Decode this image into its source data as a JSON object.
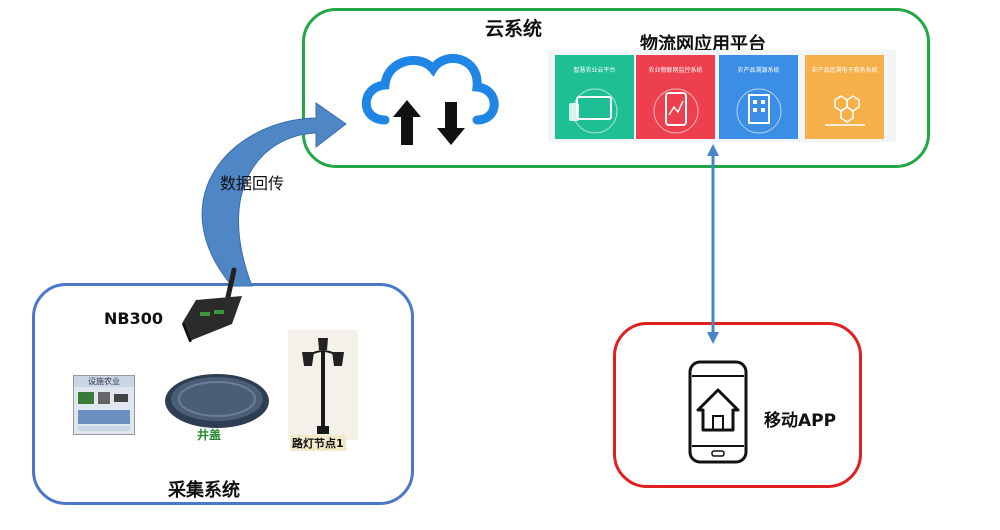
{
  "cloud_system": {
    "title": "云系统",
    "platform_title": "物流网应用平台",
    "tiles": [
      {
        "label": "智慧农业云平台",
        "color": "#1fbf96"
      },
      {
        "label": "农业物联网监控系统",
        "color": "#ee3f4e"
      },
      {
        "label": "农产品溯源系统",
        "color": "#3a8ee6"
      },
      {
        "label": "农产品追溯电子商务系统",
        "color": "#f6b04a"
      }
    ]
  },
  "data_return_label": "数据回传",
  "collection_system": {
    "title": "采集系统",
    "gateway_label": "NB300",
    "screen_title": "设施农业",
    "well_label": "井盖",
    "lamp_label": "路灯节点1"
  },
  "mobile": {
    "title": "移动APP"
  },
  "colors": {
    "cloud_border": "#22a745",
    "collect_border": "#4a77c8",
    "app_border": "#e02020",
    "arrow_blue": "#4a84c8"
  }
}
